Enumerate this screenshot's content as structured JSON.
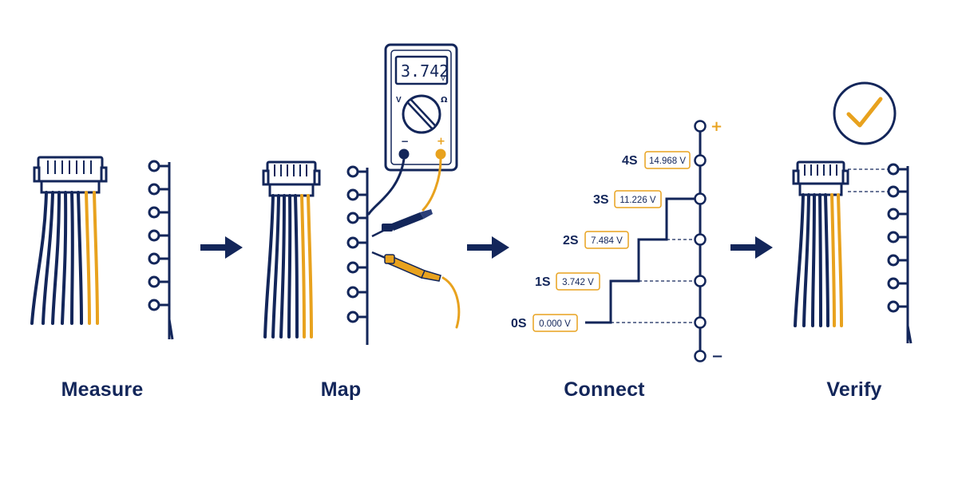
{
  "colors": {
    "navy": "#13265a",
    "amber": "#e8a21e",
    "white": "#ffffff"
  },
  "steps": [
    {
      "title": "Measure"
    },
    {
      "title": "Map"
    },
    {
      "title": "Connect"
    },
    {
      "title": "Verify"
    }
  ],
  "meter": {
    "display_value": "3.742",
    "display_unit": "V",
    "dial_label_left": "V",
    "dial_label_right": "Ω",
    "jack_minus": "−",
    "jack_plus": "+"
  },
  "ladder": {
    "plus_label": "+",
    "minus_label": "−",
    "levels": [
      {
        "name": "4S",
        "voltage": "14.968 V"
      },
      {
        "name": "3S",
        "voltage": "11.226 V"
      },
      {
        "name": "2S",
        "voltage": "7.484 V"
      },
      {
        "name": "1S",
        "voltage": "3.742 V"
      },
      {
        "name": "0S",
        "voltage": "0.000 V"
      }
    ]
  },
  "verify": {
    "status_icon": "checkmark-icon"
  }
}
